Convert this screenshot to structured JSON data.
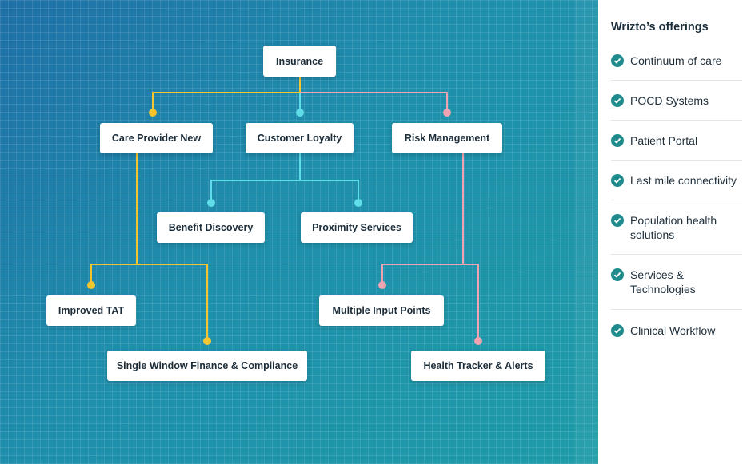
{
  "diagram": {
    "root": "Insurance",
    "branches": {
      "care_provider": "Care Provider New",
      "customer_loyalty": "Customer Loyalty",
      "risk_management": "Risk Management"
    },
    "care_provider_children": [
      "Improved TAT",
      "Single Window Finance & Compliance"
    ],
    "customer_loyalty_children": [
      "Benefit Discovery",
      "Proximity Services"
    ],
    "risk_management_children": [
      "Multiple Input Points",
      "Health Tracker & Alerts"
    ],
    "colors": {
      "care_provider_line": "#f5c530",
      "customer_loyalty_line": "#5fdde8",
      "risk_management_line": "#f0a3b0",
      "panel_background": "#1f8bad"
    }
  },
  "sidebar": {
    "title": "Wrizto’s offerings",
    "items": [
      "Continuum of care",
      "POCD Systems",
      "Patient Portal",
      "Last mile connectivity",
      "Population health solutions",
      "Services & Technologies",
      "Clinical Workflow"
    ],
    "icon": "check-circle-icon",
    "icon_color": "#1f8b8d"
  }
}
